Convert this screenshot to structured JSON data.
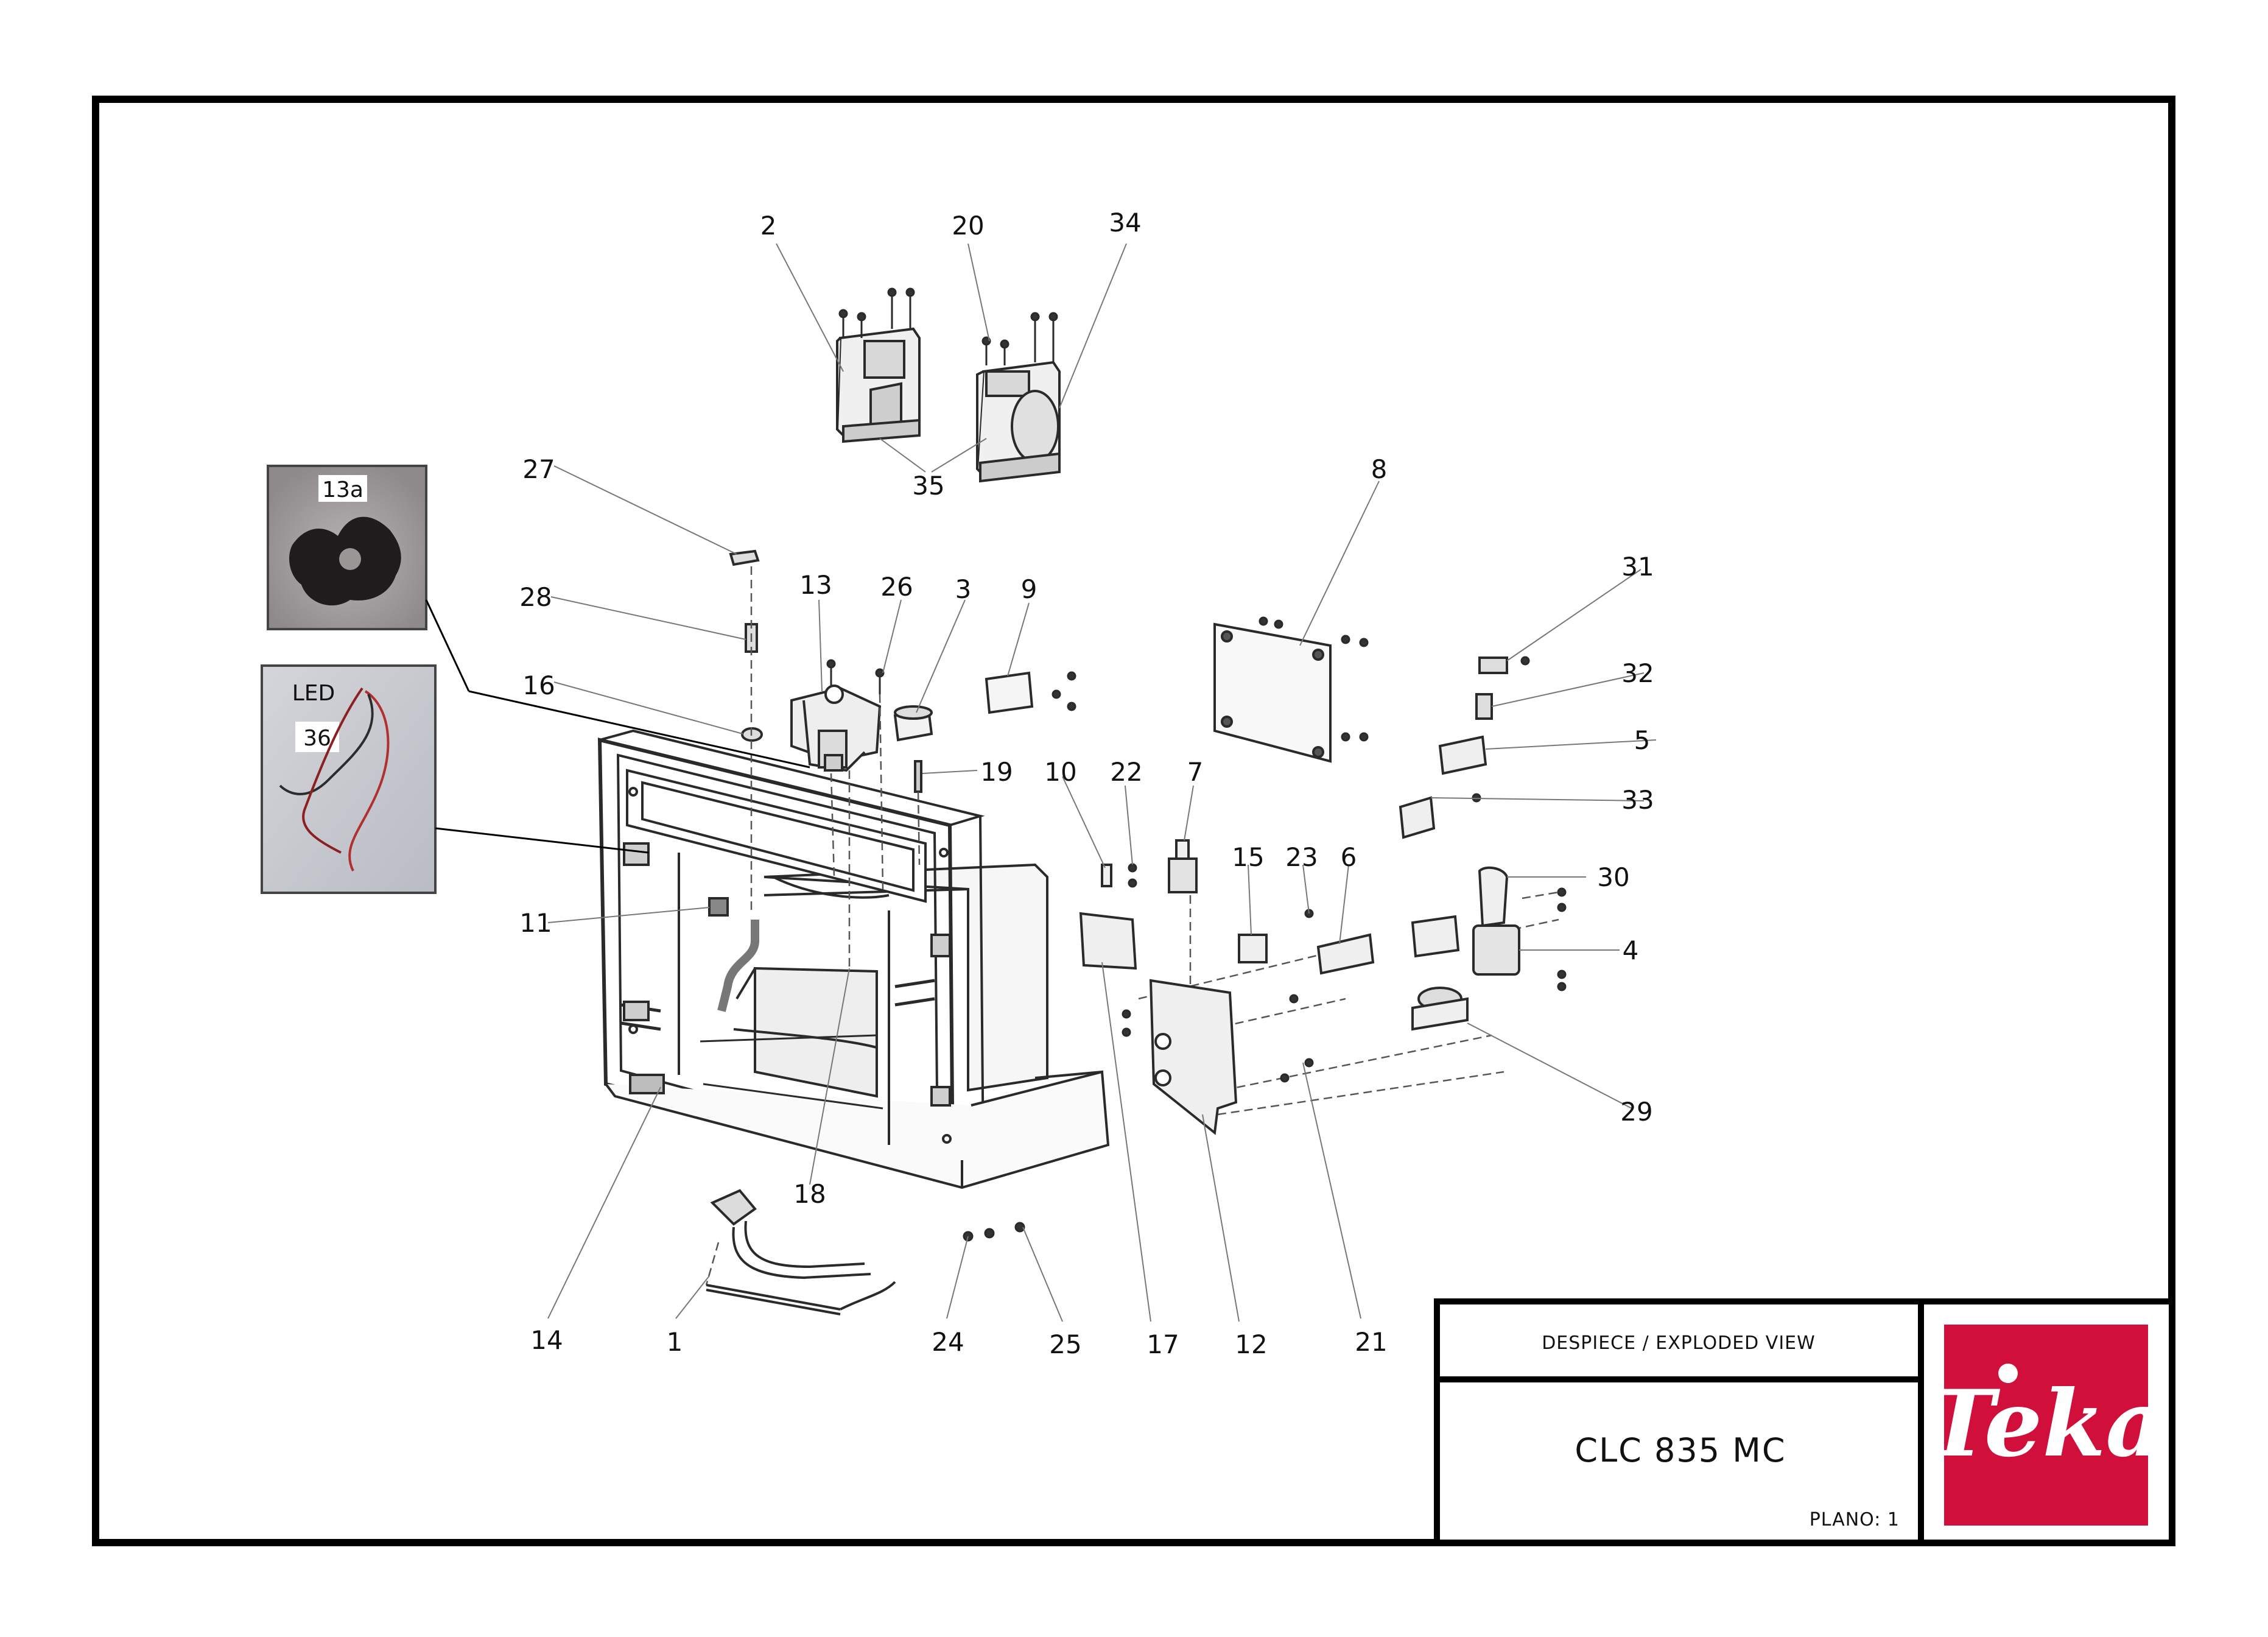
{
  "title_block": {
    "view_label": "DESPIECE / EXPLODED VIEW",
    "model": "CLC 835 MC",
    "plano_label": "PLANO: 1",
    "logo_text": "Teka",
    "logo_color": "#d0103a"
  },
  "insets": {
    "gear_label": "13a",
    "led_label": "LED",
    "led_number": "36"
  },
  "callouts": {
    "c1": "1",
    "c2": "2",
    "c3": "3",
    "c4": "4",
    "c5": "5",
    "c6": "6",
    "c7": "7",
    "c8": "8",
    "c9": "9",
    "c10": "10",
    "c11": "11",
    "c12": "12",
    "c13": "13",
    "c14": "14",
    "c15": "15",
    "c16": "16",
    "c17": "17",
    "c18": "18",
    "c19": "19",
    "c20": "20",
    "c21": "21",
    "c22": "22",
    "c23": "23",
    "c24": "24",
    "c25": "25",
    "c26": "26",
    "c27": "27",
    "c28": "28",
    "c29": "29",
    "c30": "30",
    "c31": "31",
    "c32": "32",
    "c33": "33",
    "c34": "34",
    "c35": "35"
  }
}
